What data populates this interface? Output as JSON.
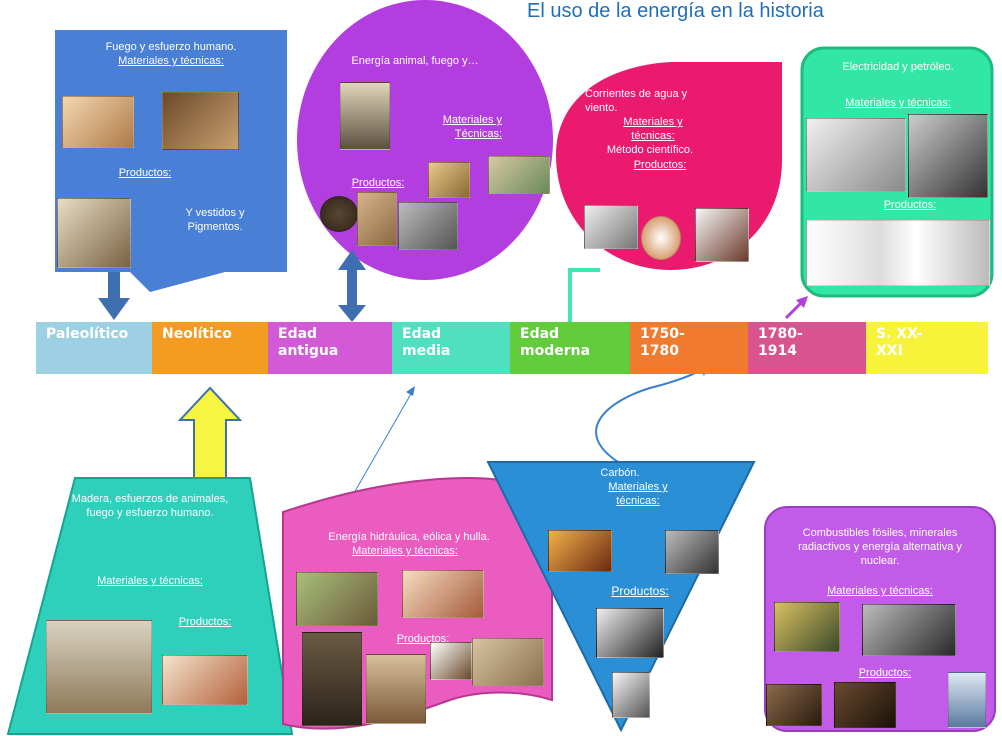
{
  "title": "El uso de la energía en la historia",
  "timeline": [
    {
      "label": "Paleolítico",
      "color": "#9ed0e3"
    },
    {
      "label": "Neolítico",
      "color": "#f39c21"
    },
    {
      "label": "Edad antigua",
      "color": "#d25ad6"
    },
    {
      "label": "Edad media",
      "color": "#4fe0c0"
    },
    {
      "label": "Edad moderna",
      "color": "#62cc3c"
    },
    {
      "label": "1750-1780",
      "color": "#f07a2e"
    },
    {
      "label": "1780-1914",
      "color": "#d9548f"
    },
    {
      "label": "S. XX-XXI",
      "color": "#f7f23a"
    }
  ],
  "boxes": {
    "paleolitico": {
      "energy": "Fuego y esfuerzo humano.",
      "materials": "Materiales y técnicas:",
      "products": "Productos:",
      "products_text": "Y vestidos y Pigmentos.",
      "color": "#4a7fd6"
    },
    "antigua": {
      "energy": "Energía animal, fuego y…",
      "materials": "Materiales y Técnicas:",
      "products": "Productos:",
      "color": "#b23ee0"
    },
    "moderna": {
      "energy": "Corrientes de agua y viento.",
      "materials": "Materiales y técnicas:",
      "materials_text": "Método científico.",
      "products": "Productos:",
      "color": "#ea1a6e"
    },
    "siglo_xx_top": {
      "energy": "Electricidad y petróleo.",
      "materials": "Materiales y técnicas:",
      "products": "Productos:",
      "color": "#32e6a6"
    },
    "neolitico": {
      "energy": "Madera, esfuerzos de animales, fuego y esfuerzo humano.",
      "materials": "Materiales y técnicas:",
      "products": "Productos:",
      "color": "#2fd0bb"
    },
    "media": {
      "energy": "Energía hidráulica, eólica y hulla.",
      "materials": "Materiales y técnicas:",
      "products": "Productos:",
      "color": "#ea5cc0"
    },
    "revolucion": {
      "energy": "Carbón.",
      "materials": "Materiales y técnicas:",
      "products": "Productos:",
      "color": "#2b8fd6"
    },
    "siglo_xx_bottom": {
      "energy": "Combustibles fósiles, minerales radiactivos y energía alternativa y nuclear.",
      "materials": "Materiales y técnicas:",
      "products": "Productos:",
      "color": "#c25ce8"
    }
  }
}
